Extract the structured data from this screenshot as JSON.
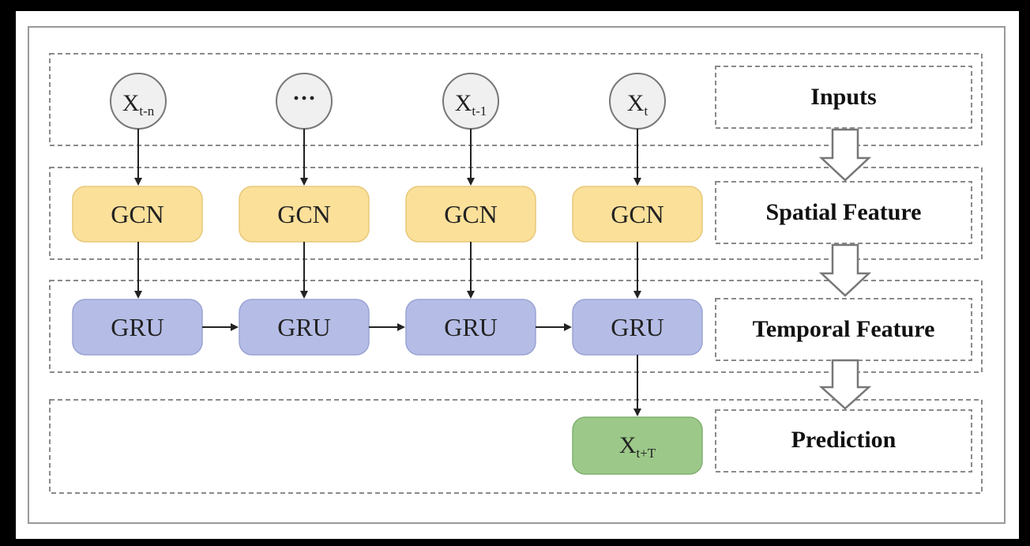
{
  "inputs": [
    {
      "base": "X",
      "sub": "t-n"
    },
    {
      "base": "···",
      "sub": ""
    },
    {
      "base": "X",
      "sub": "t-1"
    },
    {
      "base": "X",
      "sub": "t"
    }
  ],
  "gcn_label": "GCN",
  "gru_label": "GRU",
  "output": {
    "base": "X",
    "sub": "t+T"
  },
  "stages": {
    "inputs": "Inputs",
    "spatial": "Spatial Feature",
    "temporal": "Temporal Feature",
    "prediction": "Prediction"
  },
  "colors": {
    "input_circle": "#f0f0f0",
    "gcn": "#fbe09a",
    "gru": "#b5bde6",
    "output": "#9cc98a",
    "dashed": "#8a8a8a",
    "arrow": "#222222"
  }
}
